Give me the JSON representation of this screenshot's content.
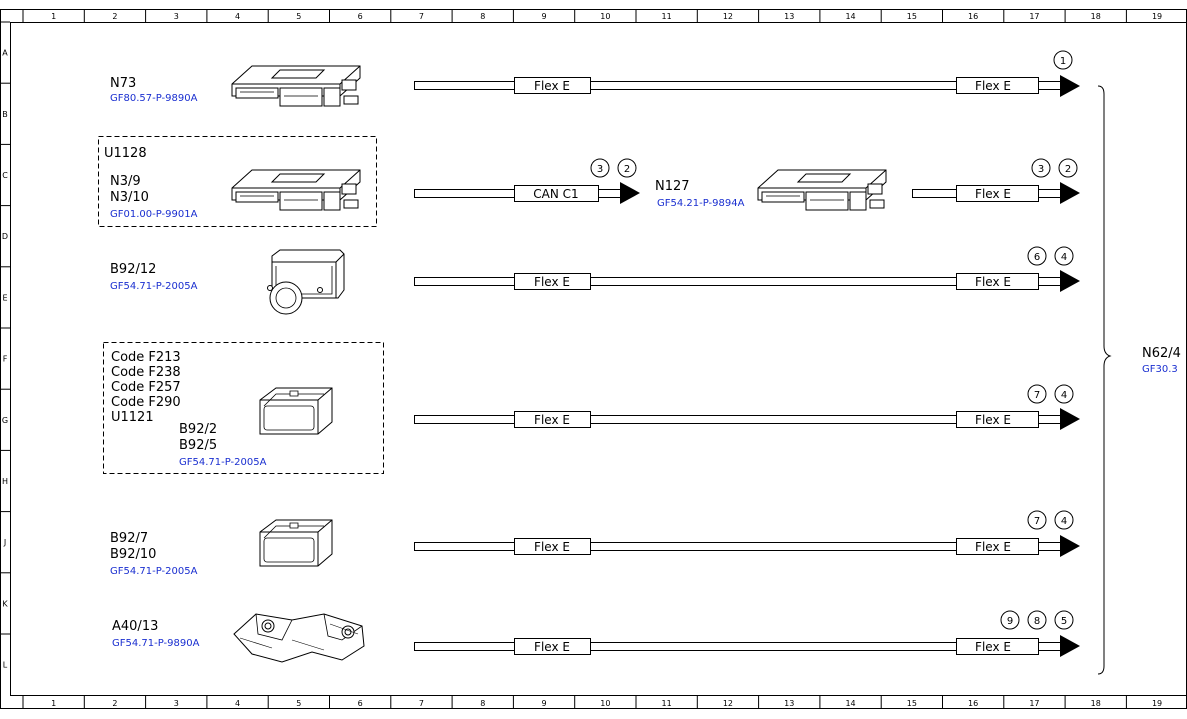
{
  "grid": {
    "columns": [
      "1",
      "2",
      "3",
      "4",
      "5",
      "6",
      "7",
      "8",
      "9",
      "10",
      "11",
      "12",
      "13",
      "14",
      "15",
      "16",
      "17",
      "18",
      "19"
    ],
    "rows": [
      "A",
      "B",
      "C",
      "D",
      "E",
      "F",
      "G",
      "H",
      "J",
      "K",
      "L"
    ]
  },
  "components": {
    "n73": {
      "name": "N73",
      "ref": "GF80.57-P-9890A"
    },
    "u1128": {
      "group": "U1128",
      "names": [
        "N3/9",
        "N3/10"
      ],
      "ref": "GF01.00-P-9901A"
    },
    "n127": {
      "name": "N127",
      "ref": "GF54.21-P-9894A"
    },
    "b92_12": {
      "name": "B92/12",
      "ref": "GF54.71-P-2005A"
    },
    "codes": {
      "lines": [
        "Code F213",
        "Code F238",
        "Code F257",
        "Code F290",
        "U1121"
      ],
      "names": [
        "B92/2",
        "B92/5"
      ],
      "ref": "GF54.71-P-2005A"
    },
    "b92_7": {
      "names": [
        "B92/7",
        "B92/10"
      ],
      "ref": "GF54.71-P-2005A"
    },
    "a40_13": {
      "name": "A40/13",
      "ref": "GF54.71-P-9890A"
    },
    "n62": {
      "name": "N62/4",
      "ref": "GF30.3"
    }
  },
  "buses": {
    "flex": "Flex E",
    "can": "CAN C1"
  },
  "markers": {
    "row1": [
      "1"
    ],
    "can": [
      "3",
      "2"
    ],
    "row2": [
      "3",
      "2"
    ],
    "row3": [
      "6",
      "4"
    ],
    "row4": [
      "7",
      "4"
    ],
    "row5": [
      "7",
      "4"
    ],
    "row6": [
      "9",
      "8",
      "5"
    ]
  }
}
